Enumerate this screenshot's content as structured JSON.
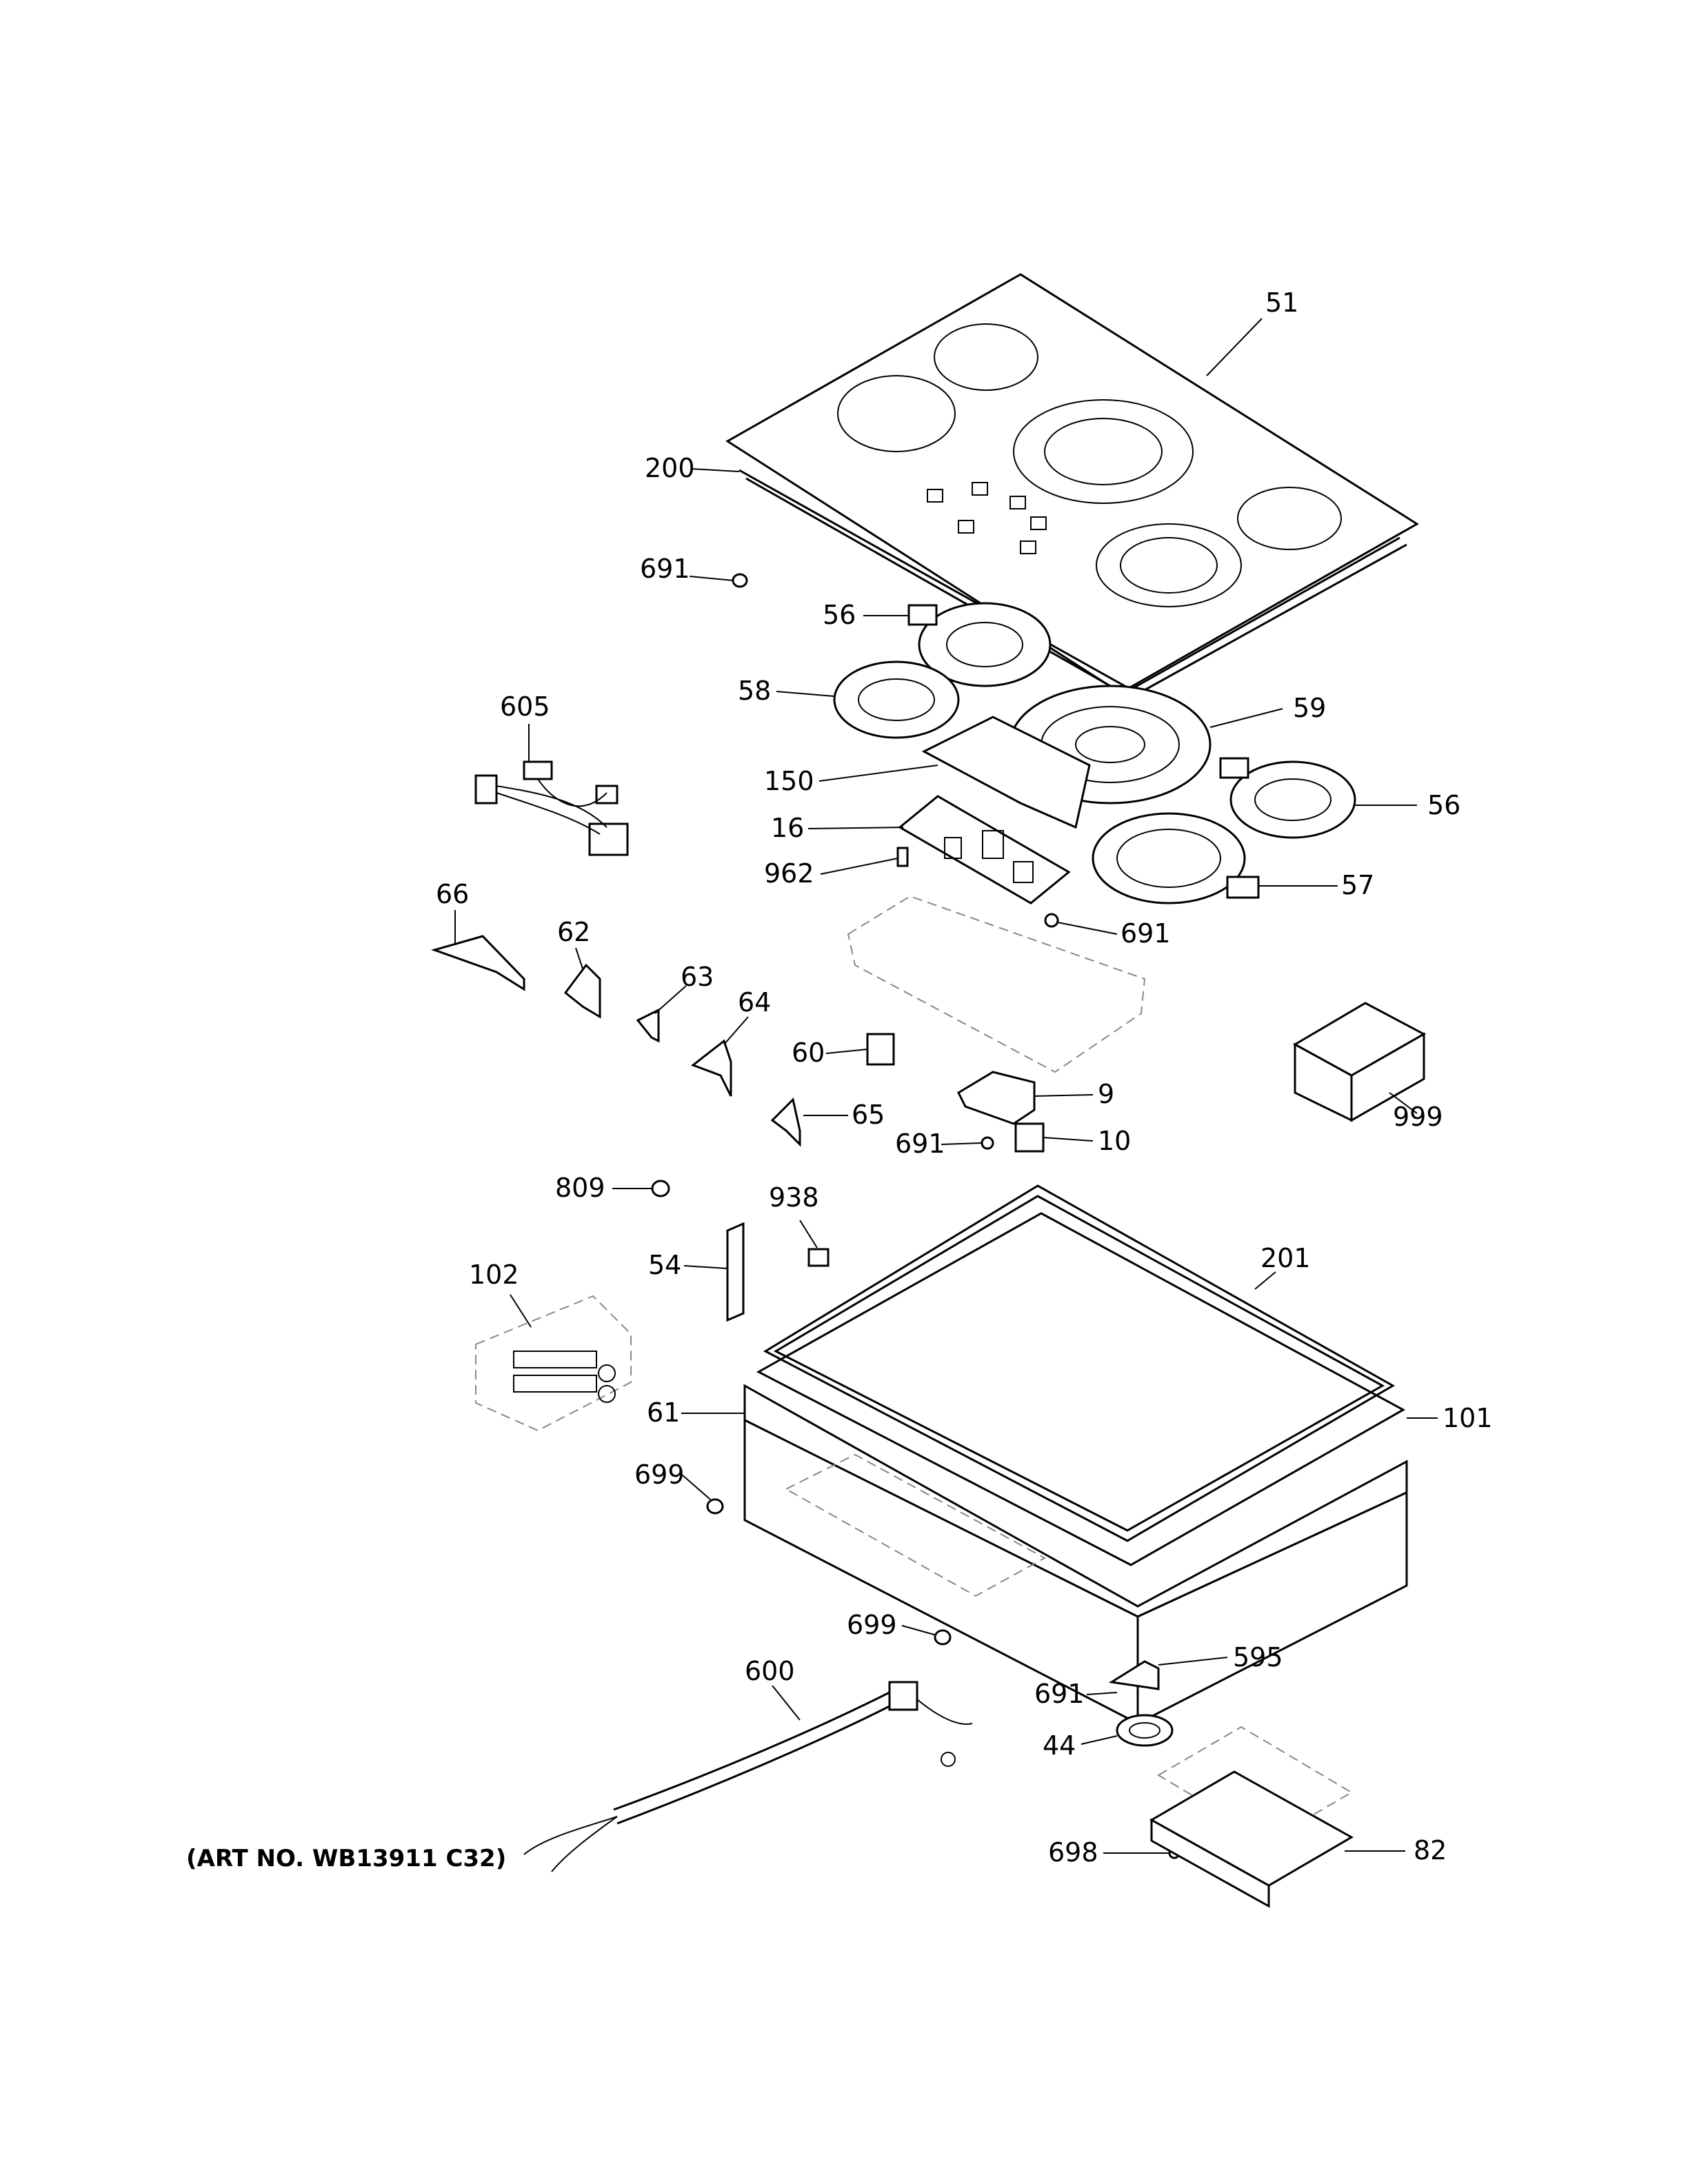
{
  "art_number": "(ART NO. WB13911 C32)",
  "callouts": {
    "c51": "51",
    "c200": "200",
    "c691a": "691",
    "c56a": "56",
    "c58": "58",
    "c59": "59",
    "c605": "605",
    "c150": "150",
    "c56b": "56",
    "c16": "16",
    "c962": "962",
    "c57": "57",
    "c691b": "691",
    "c66": "66",
    "c62": "62",
    "c63": "63",
    "c64": "64",
    "c60": "60",
    "c9": "9",
    "c999": "999",
    "c65": "65",
    "c691c": "691",
    "c10": "10",
    "c809": "809",
    "c938": "938",
    "c201": "201",
    "c54": "54",
    "c102": "102",
    "c61": "61",
    "c101": "101",
    "c699a": "699",
    "c699b": "699",
    "c595": "595",
    "c600": "600",
    "c691d": "691",
    "c44": "44",
    "c698": "698",
    "c82": "82"
  }
}
